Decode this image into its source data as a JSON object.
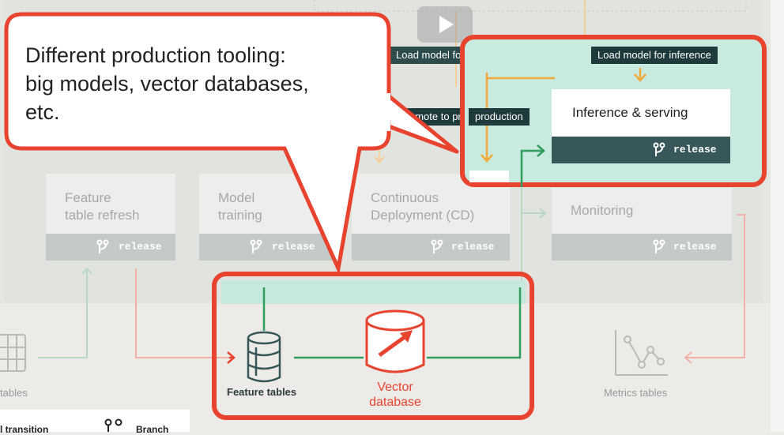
{
  "callout": {
    "text": "Different production tooling:\nbig models, vector databases,\netc."
  },
  "tags": {
    "load_testing": "Load model for testing",
    "load_inference": "Load model for inference",
    "promote": "Promote to production"
  },
  "cards": {
    "feature_refresh": "Feature\ntable refresh",
    "model_training": "Model\ntraining",
    "cd": "Continuous\nDeployment (CD)",
    "monitoring": "Monitoring",
    "inference": "Inference & serving"
  },
  "release_label": "release",
  "bottom": {
    "feature_tables": "Feature tables",
    "vector_db": "Vector\ndatabase",
    "metrics_tables": "Metrics tables",
    "tables_partial": "tables"
  },
  "legend": {
    "transition": "l transition",
    "branch": "Branch"
  },
  "colors": {
    "highlight_red": "#e8432f",
    "teal_bg": "#c9eadf",
    "dark_teal": "#37575a",
    "green": "#2f9e5c",
    "orange": "#f0a93a"
  }
}
